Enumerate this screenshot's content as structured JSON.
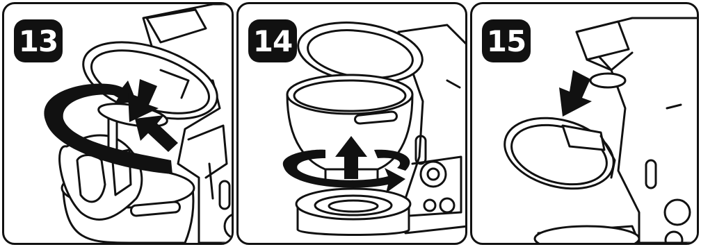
{
  "steps": [
    {
      "number": "13",
      "icon": "attach-beater-icon"
    },
    {
      "number": "14",
      "icon": "fit-bowl-icon"
    },
    {
      "number": "15",
      "icon": "close-head-icon"
    }
  ]
}
